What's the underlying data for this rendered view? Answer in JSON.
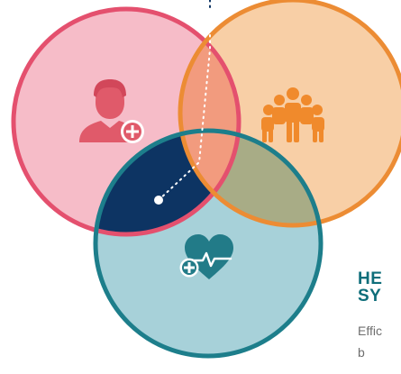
{
  "heading": {
    "line1": "HE",
    "line2": "SY"
  },
  "body": {
    "line1": "Effic",
    "line2": "b"
  },
  "icons": {
    "left": "doctor-plus-icon",
    "right": "group-icon",
    "bottom": "heart-pulse-plus-icon"
  },
  "colors": {
    "pink_fill": "#f6bcc8",
    "pink_stroke": "#e4506e",
    "pink_icon": "#e05a6a",
    "orange_fill": "#f8cfa6",
    "orange_stroke": "#ec8c34",
    "orange_icon": "#f08a2c",
    "teal_fill": "#a7d1d9",
    "teal_stroke": "#1d7e8b",
    "teal_icon": "#227b88",
    "overlap_pink_orange": "#f29b7e",
    "overlap_orange_teal": "#a8ac86",
    "center_overlap": "#0d3463",
    "heading_color": "#0e6e7a",
    "body_text_color": "#6e6e6e"
  }
}
